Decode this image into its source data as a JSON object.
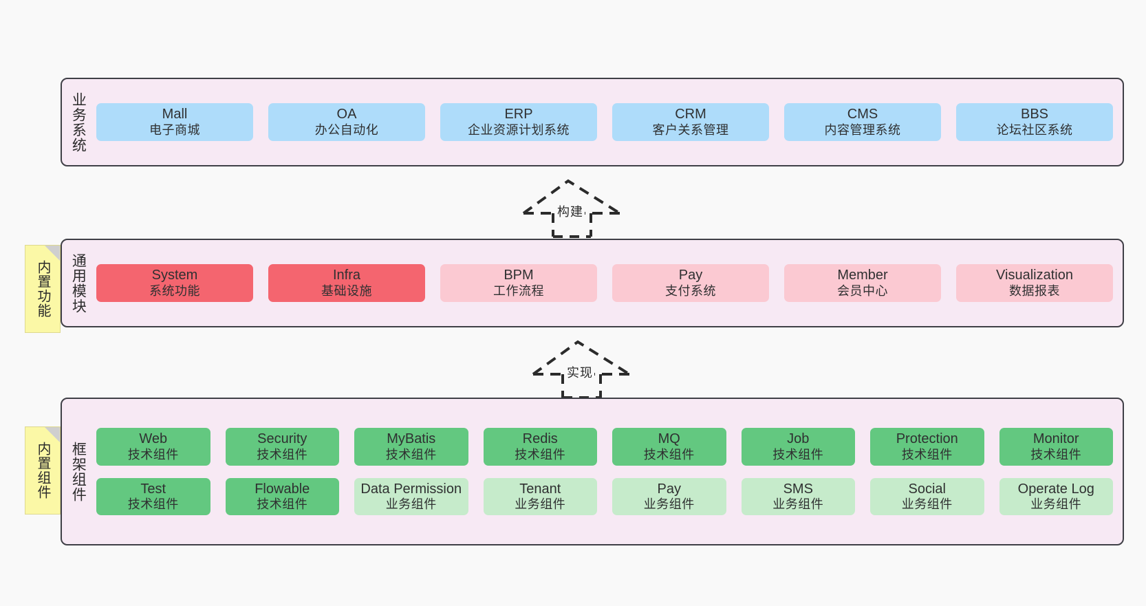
{
  "page": {
    "background": "#f9f9f9",
    "accent_border": "#3f3f46",
    "panel_bg": "#f7e9f4"
  },
  "colors": {
    "blue": "#aedcfa",
    "red": "#f4656f",
    "pink": "#fbc9d2",
    "green": "#63c880",
    "light_green": "#c6ebcb",
    "note_yellow": "#fbf8a6"
  },
  "layers": [
    {
      "id": "business-system",
      "title": "业务系统",
      "rows": [
        [
          {
            "en": "Mall",
            "cn": "电子商城",
            "color": "blue"
          },
          {
            "en": "OA",
            "cn": "办公自动化",
            "color": "blue"
          },
          {
            "en": "ERP",
            "cn": "企业资源计划系统",
            "color": "blue"
          },
          {
            "en": "CRM",
            "cn": "客户关系管理",
            "color": "blue"
          },
          {
            "en": "CMS",
            "cn": "内容管理系统",
            "color": "blue"
          },
          {
            "en": "BBS",
            "cn": "论坛社区系统",
            "color": "blue"
          }
        ]
      ]
    },
    {
      "id": "common-module",
      "title": "通用模块",
      "note": "内置功能",
      "rows": [
        [
          {
            "en": "System",
            "cn": "系统功能",
            "color": "red"
          },
          {
            "en": "Infra",
            "cn": "基础设施",
            "color": "red"
          },
          {
            "en": "BPM",
            "cn": "工作流程",
            "color": "pink"
          },
          {
            "en": "Pay",
            "cn": "支付系统",
            "color": "pink"
          },
          {
            "en": "Member",
            "cn": "会员中心",
            "color": "pink"
          },
          {
            "en": "Visualization",
            "cn": "数据报表",
            "color": "pink"
          }
        ]
      ]
    },
    {
      "id": "framework-component",
      "title": "框架组件",
      "note": "内置组件",
      "rows": [
        [
          {
            "en": "Web",
            "cn": "技术组件",
            "color": "green"
          },
          {
            "en": "Security",
            "cn": "技术组件",
            "color": "green"
          },
          {
            "en": "MyBatis",
            "cn": "技术组件",
            "color": "green"
          },
          {
            "en": "Redis",
            "cn": "技术组件",
            "color": "green"
          },
          {
            "en": "MQ",
            "cn": "技术组件",
            "color": "green"
          },
          {
            "en": "Job",
            "cn": "技术组件",
            "color": "green"
          },
          {
            "en": "Protection",
            "cn": "技术组件",
            "color": "green"
          },
          {
            "en": "Monitor",
            "cn": "技术组件",
            "color": "green"
          }
        ],
        [
          {
            "en": "Test",
            "cn": "技术组件",
            "color": "green"
          },
          {
            "en": "Flowable",
            "cn": "技术组件",
            "color": "green"
          },
          {
            "en": "Data Permission",
            "cn": "业务组件",
            "color": "light_green"
          },
          {
            "en": "Tenant",
            "cn": "业务组件",
            "color": "light_green"
          },
          {
            "en": "Pay",
            "cn": "业务组件",
            "color": "light_green"
          },
          {
            "en": "SMS",
            "cn": "业务组件",
            "color": "light_green"
          },
          {
            "en": "Social",
            "cn": "业务组件",
            "color": "light_green"
          },
          {
            "en": "Operate Log",
            "cn": "业务组件",
            "color": "light_green"
          }
        ]
      ]
    }
  ],
  "connectors": [
    {
      "id": "build",
      "label": "构建"
    },
    {
      "id": "implement",
      "label": "实现"
    }
  ]
}
